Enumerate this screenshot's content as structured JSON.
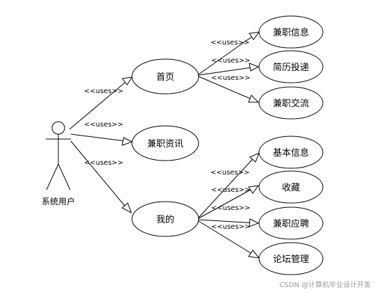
{
  "actor": {
    "name": "系统用户"
  },
  "stereotype": "<<uses>>",
  "use_cases": {
    "home": "首页",
    "news": "兼职资讯",
    "mine": "我的",
    "job_info": "兼职信息",
    "resume": "简历投递",
    "exchange": "兼职交流",
    "basic_info": "基本信息",
    "favorites": "收藏",
    "applications": "兼职应聘",
    "forum": "论坛管理"
  },
  "watermark": "CSDN @计算机毕业设计开发"
}
